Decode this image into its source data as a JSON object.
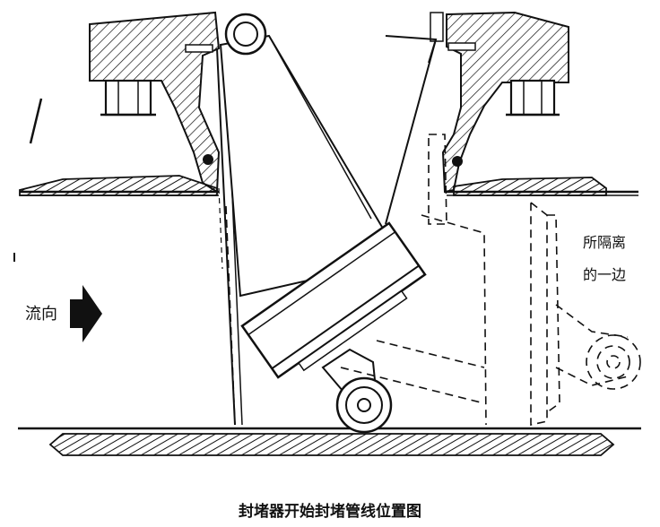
{
  "labels": {
    "flow_direction": "流向",
    "isolated_side_line1": "所隔离",
    "isolated_side_line2": "的一边"
  },
  "caption": "封堵器开始封堵管线位置图",
  "colors": {
    "ink": "#111111",
    "paper": "#ffffff"
  }
}
